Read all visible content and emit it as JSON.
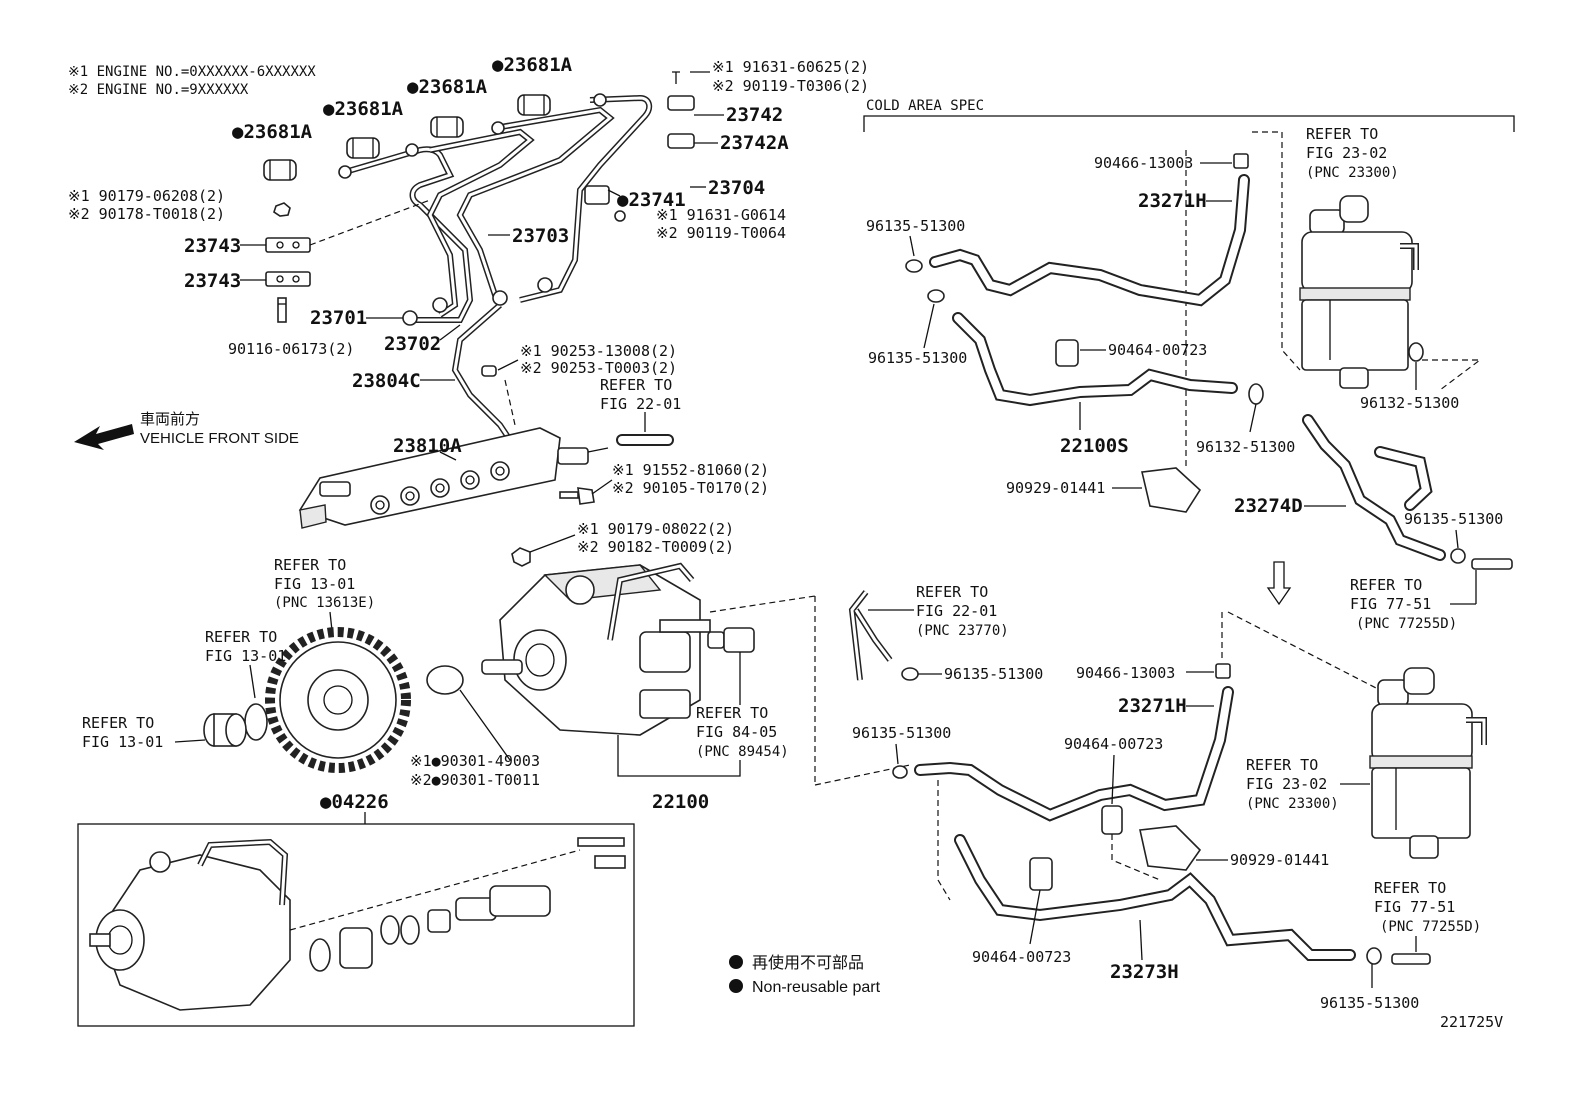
{
  "notes": {
    "note1": "※1 ENGINE NO.=0XXXXXX-6XXXXXX",
    "note2": "※2 ENGINE NO.=9XXXXXX"
  },
  "direction": {
    "jp": "車両前方",
    "en": "VEHICLE FRONT SIDE"
  },
  "legend": {
    "jp": "再使用不可部品",
    "en": "Non-reusable part"
  },
  "cold_area": "COLD AREA SPEC",
  "figure_id": "221725V",
  "labels": {
    "l23681A_1": "●23681A",
    "l23681A_2": "●23681A",
    "l23681A_3": "●23681A",
    "l23681A_4": "●23681A",
    "b1_60625": "※1 91631-60625(2)",
    "b2_T0306": "※2 90119-T0306(2)",
    "l23742": "23742",
    "l23742A": "23742A",
    "l23704": "23704",
    "l23741": "●23741",
    "b1_G0614": "※1 91631-G0614",
    "b2_T0064": "※2 90119-T0064",
    "n1_06208": "※1 90179-06208(2)",
    "n2_T0018": "※2 90178-T0018(2)",
    "l23743a": "23743",
    "l23743b": "23743",
    "l23703": "23703",
    "l23701": "23701",
    "l23702": "23702",
    "l90116": "90116-06173(2)",
    "c1_13008": "※1 90253-13008(2)",
    "c2_T0003": "※2 90253-T0003(2)",
    "l23804C": "23804C",
    "ref2201_a": "REFER TO",
    "ref2201_b": "FIG 22-01",
    "l23810A": "23810A",
    "s1_81060": "※1 91552-81060(2)",
    "s2_T0170": "※2 90105-T0170(2)",
    "n1_08022": "※1 90179-08022(2)",
    "n2_T0009": "※2 90182-T0009(2)",
    "ref1301_a": "REFER TO",
    "ref1301_b": "FIG 13-01",
    "ref1301_c": "(PNC 13613E)",
    "ref1301b_a": "REFER TO",
    "ref1301b_b": "FIG 13-01",
    "ref1301c_a": "REFER TO",
    "ref1301c_b": "FIG 13-01",
    "o1_49003": "※1●90301-49003",
    "o2_T0011": "※2●90301-T0011",
    "ref8405_a": "REFER TO",
    "ref8405_b": "FIG 84-05",
    "ref8405_c": "(PNC 89454)",
    "l22100": "22100",
    "l04226": "●04226",
    "r_90466a": "90466-13003",
    "r_23271Ha": "23271H",
    "r_ref2302_a": "REFER TO",
    "r_ref2302_b": "FIG 23-02",
    "r_ref2302_c": "(PNC 23300)",
    "r_96135a": "96135-51300",
    "r_96135b": "96135-51300",
    "r_90464a": "90464-00723",
    "r_22100S": "22100S",
    "r_96132a": "96132-51300",
    "r_96132b": "96132-51300",
    "r_90929a": "90929-01441",
    "r_23274D": "23274D",
    "r_96135c": "96135-51300",
    "r_ref7751_a": "REFER TO",
    "r_ref7751_b": "FIG 77-51",
    "r_ref7751_c": "(PNC 77255D)",
    "m_ref2201_a": "REFER TO",
    "m_ref2201_b": "FIG 22-01",
    "m_ref2201_c": "(PNC 23770)",
    "m_96135a": "96135-51300",
    "m_90466": "90466-13003",
    "m_23271H": "23271H",
    "m_96135b": "96135-51300",
    "m_90464a": "90464-00723",
    "m_ref2302_a": "REFER TO",
    "m_ref2302_b": "FIG 23-02",
    "m_ref2302_c": "(PNC 23300)",
    "m_90929": "90929-01441",
    "m_ref7751_a": "REFER TO",
    "m_ref7751_b": "FIG 77-51",
    "m_ref7751_c": "(PNC 77255D)",
    "m_90464b": "90464-00723",
    "m_23273H": "23273H",
    "m_96135c": "96135-51300"
  }
}
